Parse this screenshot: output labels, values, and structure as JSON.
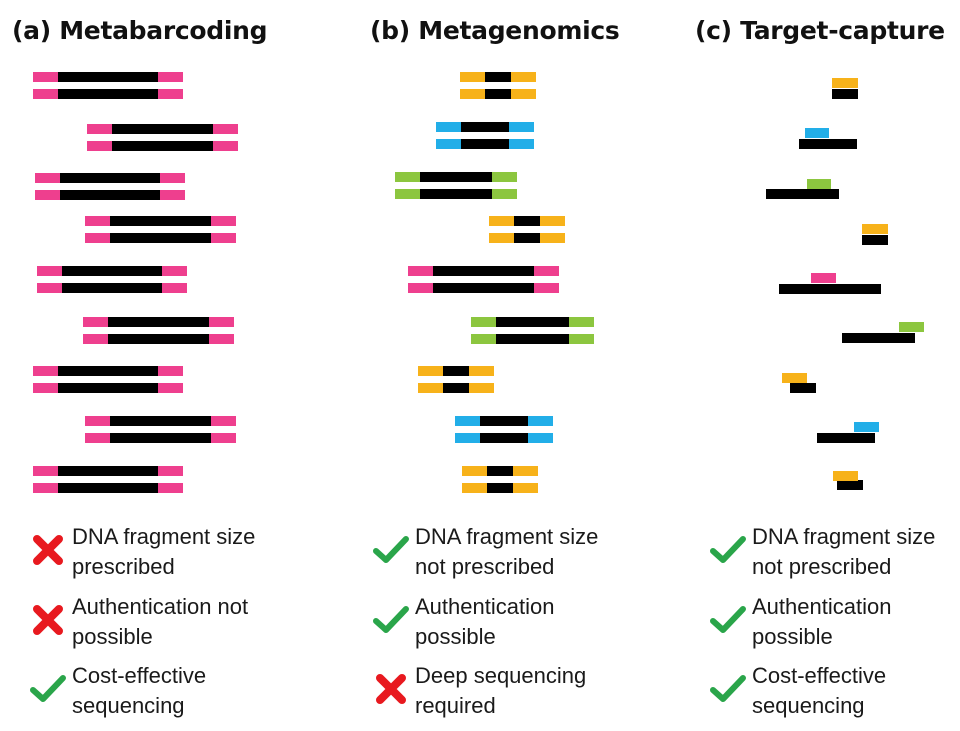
{
  "colors": {
    "core": "#000000",
    "pink": "#ee3f8e",
    "orange": "#f7b21a",
    "blue": "#22aee8",
    "green": "#8cc63f",
    "check": "#2aa54a",
    "cross": "#e8191f"
  },
  "panels": [
    {
      "title": "(a) Metabarcoding",
      "points": [
        {
          "icon": "cross-icon",
          "lines": [
            "DNA fragment size",
            "prescribed"
          ]
        },
        {
          "icon": "cross-icon",
          "lines": [
            "Authentication not",
            "possible"
          ]
        },
        {
          "icon": "check-icon",
          "lines": [
            "Cost-effective",
            "sequencing"
          ]
        }
      ]
    },
    {
      "title": "(b) Metagenomics",
      "points": [
        {
          "icon": "check-icon",
          "lines": [
            "DNA fragment size",
            "not prescribed"
          ]
        },
        {
          "icon": "check-icon",
          "lines": [
            "Authentication",
            "possible"
          ]
        },
        {
          "icon": "cross-icon",
          "lines": [
            "Deep sequencing",
            "required"
          ]
        }
      ]
    },
    {
      "title": "(c) Target-capture",
      "points": [
        {
          "icon": "check-icon",
          "lines": [
            "DNA fragment size",
            "not prescribed"
          ]
        },
        {
          "icon": "check-icon",
          "lines": [
            "Authentication",
            "possible"
          ]
        },
        {
          "icon": "check-icon",
          "lines": [
            "Cost-effective",
            "sequencing"
          ]
        }
      ]
    }
  ]
}
